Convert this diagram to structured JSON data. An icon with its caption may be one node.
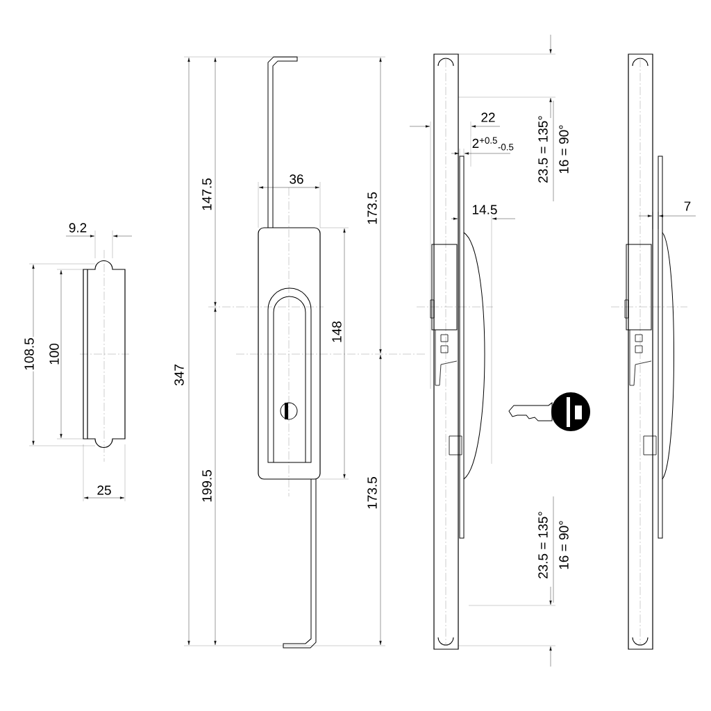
{
  "diagram": {
    "labels": [
      "9.2",
      "108.5",
      "100",
      "25",
      "347",
      "147.5",
      "199.5",
      "36",
      "148",
      "173.5",
      "173.5",
      "22",
      "2$^{+0.5}$$_{-0.5}$",
      "14.5",
      "23.5 = 135°",
      "16 = 90°",
      "7",
      "23.5 = 135°",
      "16 = 90°"
    ]
  }
}
